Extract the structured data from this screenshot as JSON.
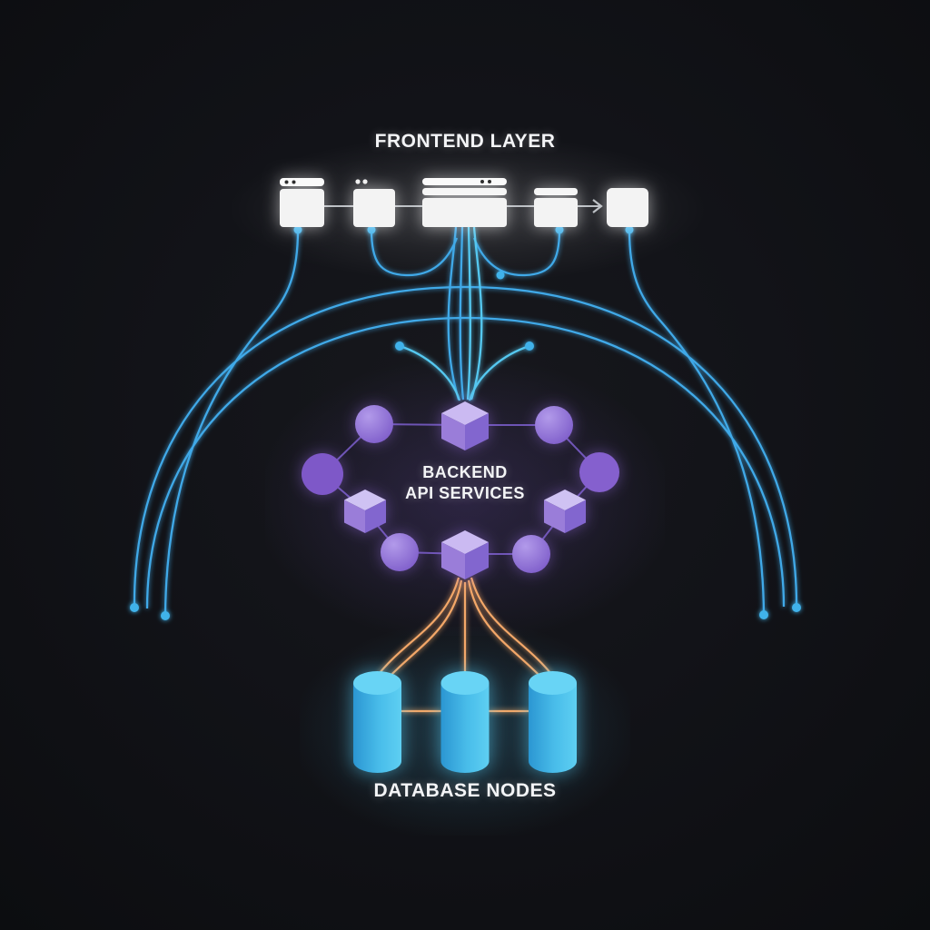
{
  "frontend": {
    "label": "FRONTEND LAYER",
    "nodes": [
      {
        "name": "browser-window-1",
        "style": "titlebar-with-dots"
      },
      {
        "name": "browser-window-2",
        "style": "dots-above"
      },
      {
        "name": "browser-window-3",
        "style": "titlebar-dots-plus-toolbar",
        "size": "large"
      },
      {
        "name": "browser-window-4",
        "style": "topbar"
      },
      {
        "name": "browser-window-5",
        "style": "plain"
      }
    ]
  },
  "backend": {
    "label_line1": "BACKEND",
    "label_line2": "API SERVICES",
    "ring_nodes": [
      "cube-top",
      "circle-top-left",
      "circle-top-right",
      "circle-left",
      "circle-right",
      "cube-left",
      "cube-right",
      "circle-bottom-left",
      "circle-bottom-right",
      "cube-bottom"
    ]
  },
  "database": {
    "label": "DATABASE NODES",
    "nodes": [
      "cylinder-left",
      "cylinder-center",
      "cylinder-right"
    ]
  },
  "colors": {
    "background": "#101116",
    "frontend_node_fill": "#f3f3f3",
    "frontend_connector": "#b9bdc2",
    "flow_blue": "#3fa9e8",
    "flow_blue_bright": "#55c8f0",
    "flow_orange": "#f3a768",
    "backend_circle": "#9b7bd9",
    "backend_cube_top_face": "#c9b9f1",
    "backend_ring_link": "#6d54b4",
    "database_cylinder": "#49c0ec",
    "label_text": "#f3f4f6"
  }
}
